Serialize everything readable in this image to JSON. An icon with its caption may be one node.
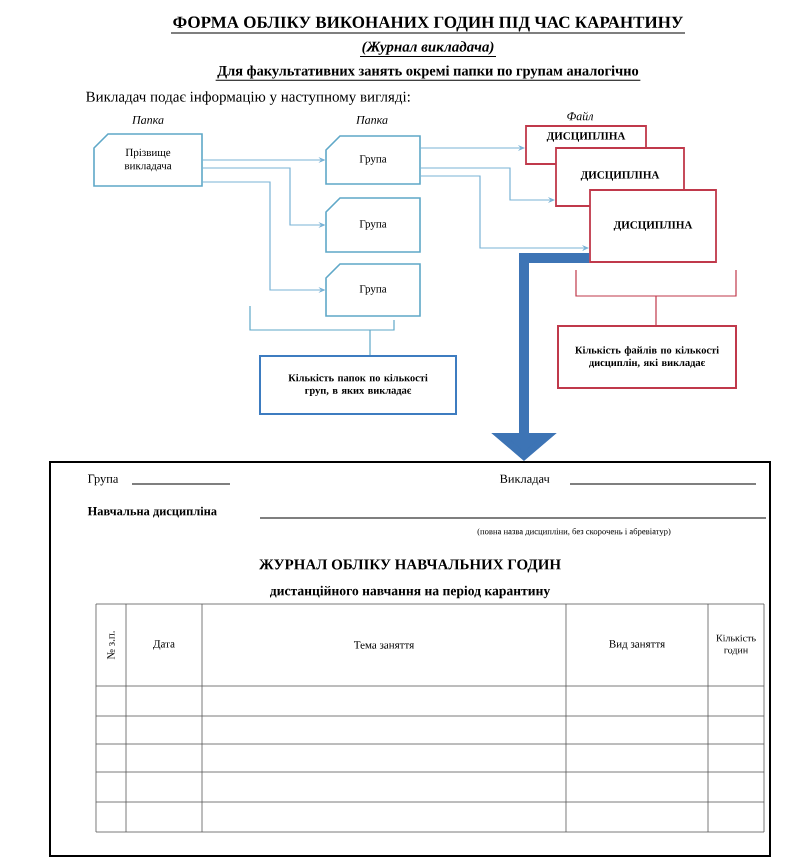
{
  "diagram": {
    "title": "ФОРМА ОБЛІКУ ВИКОНАНИХ ГОДИН ПІД ЧАС КАРАНТИНУ",
    "nodes": [
      {
        "text": [
          "Папка",
          "Прізвище викладача"
        ]
      },
      {
        "text": [
          "Папка",
          "Група"
        ]
      },
      {
        "text": [
          "Група"
        ]
      },
      {
        "text": [
          "Група"
        ]
      },
      {
        "text": [
          "Файл",
          "ДИСЦИПЛІНА"
        ]
      },
      {
        "text": [
          "ДИСЦИПЛІНА"
        ]
      },
      {
        "text": [
          "ДИСЦИПЛІНА"
        ]
      },
      {
        "text": [
          "Кількість папок по кількості груп, в яких викладає"
        ]
      },
      {
        "text": [
          "Кількість файлів по кількості дисциплін, які викладає"
        ]
      },
      {
        "text": [
          "ЖУРНАЛ ОБЛІКУ НАВЧАЛЬНИХ ГОДИН",
          "дистанційного навчання на період карантину"
        ]
      }
    ],
    "edges": [
      {
        "from": 0,
        "to": 1,
        "arrow": "to"
      },
      {
        "from": 0,
        "to": 2,
        "arrow": "to"
      },
      {
        "from": 0,
        "to": 3,
        "arrow": "to"
      },
      {
        "from": 1,
        "to": 4,
        "arrow": "to"
      },
      {
        "from": 1,
        "to": 5,
        "arrow": "to"
      },
      {
        "from": 1,
        "to": 6,
        "arrow": "to"
      },
      {
        "from": 6,
        "to": 9,
        "arrow": "to",
        "style": "thick",
        "color": "#3d74b5"
      }
    ],
    "labels": [
      "(Журнал викладача)",
      "Для факультативних занять окремі папки по групам аналогічно",
      "Викладач подає інформацію у наступному вигляді:",
      "Група",
      "Викладач",
      "Навчальна дисципліна",
      "(повна назва дисципліни, без скорочень і абревіатур)",
      "№ з.п.",
      "Дата",
      "Тема заняття",
      "Вид заняття",
      "Кількість годин"
    ]
  }
}
